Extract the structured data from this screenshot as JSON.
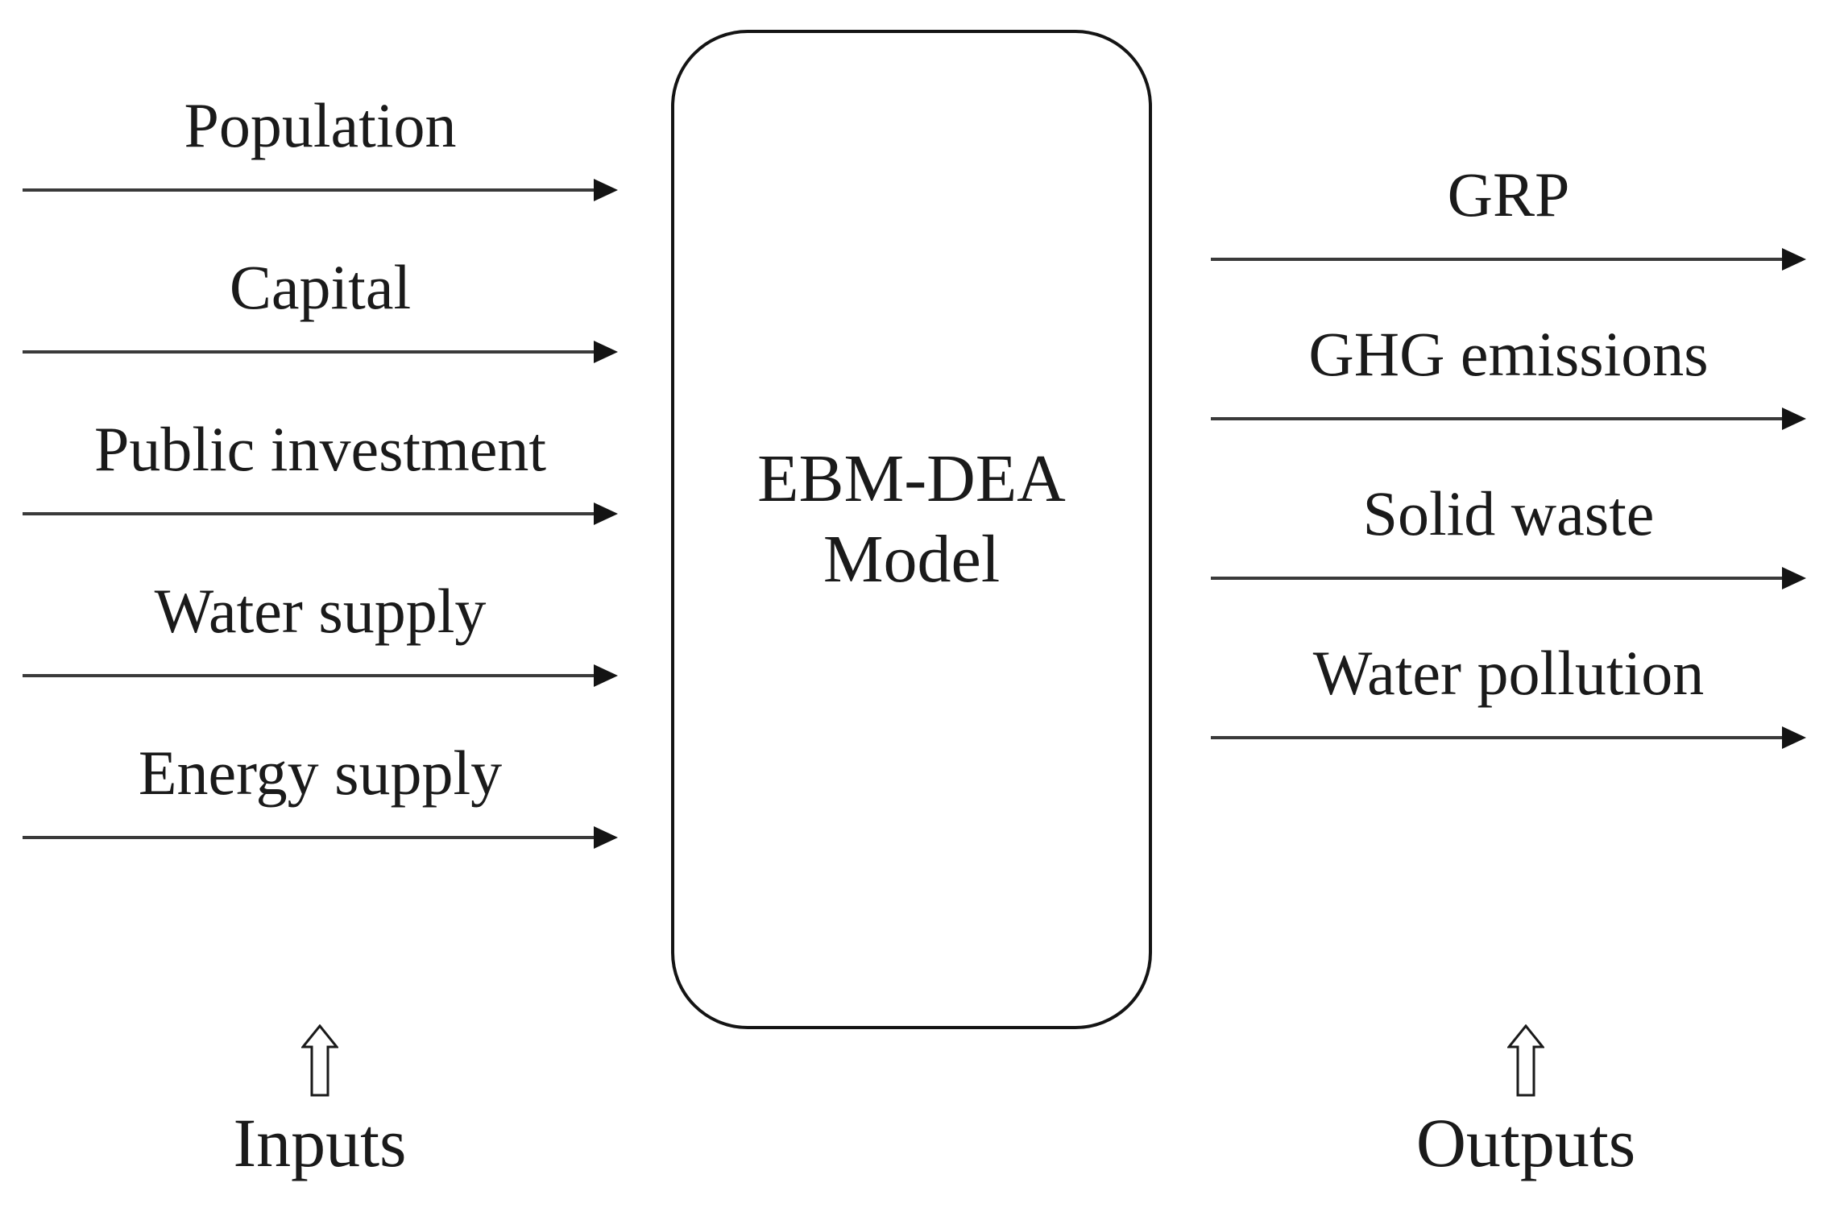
{
  "model_box": {
    "line1": "EBM-DEA",
    "line2": "Model"
  },
  "inputs": {
    "group_label": "Inputs",
    "items": [
      {
        "label": "Population"
      },
      {
        "label": "Capital"
      },
      {
        "label": "Public investment"
      },
      {
        "label": "Water supply"
      },
      {
        "label": "Energy supply"
      }
    ]
  },
  "outputs": {
    "group_label": "Outputs",
    "items": [
      {
        "label": "GRP"
      },
      {
        "label": "GHG emissions"
      },
      {
        "label": "Solid waste"
      },
      {
        "label": "Water pollution"
      }
    ]
  },
  "icons": {
    "flow_arrow": "right-arrow-solid-head",
    "legend_arrow": "up-arrow-hollow"
  },
  "colors": {
    "background": "#ffffff",
    "ink": "#1a1a1a",
    "arrow_line": "#3a3a3a",
    "arrow_head": "#141414"
  }
}
